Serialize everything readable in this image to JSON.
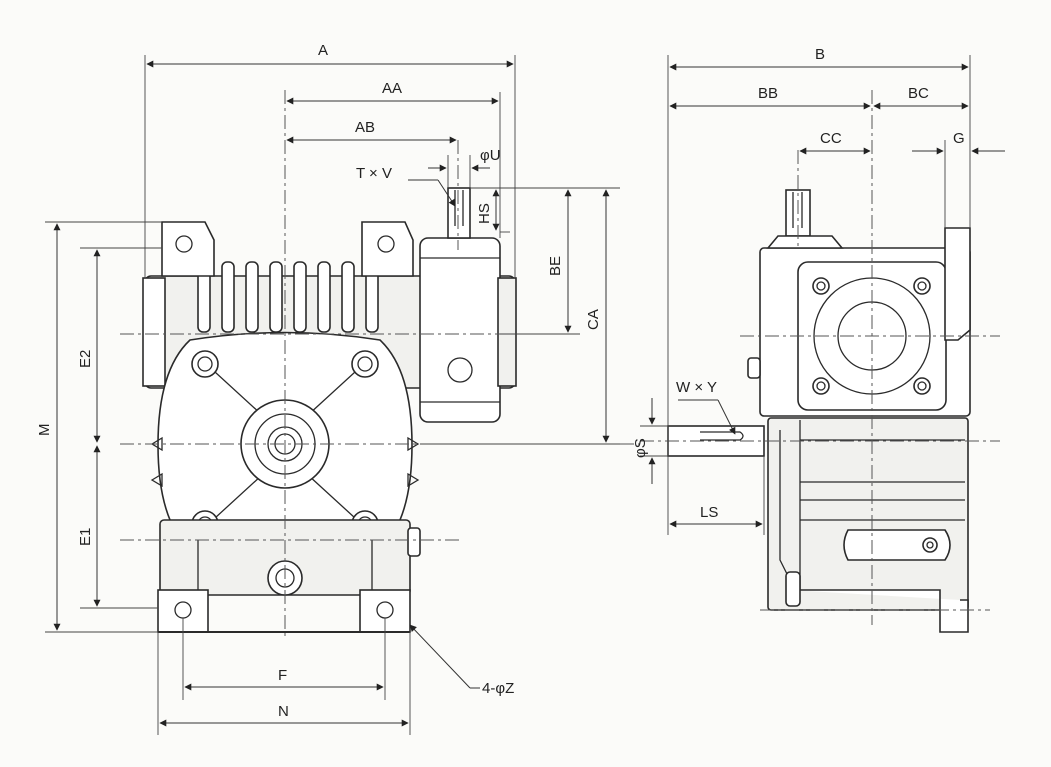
{
  "labels": {
    "A": "A",
    "AA": "AA",
    "AB": "AB",
    "TxV": "T × V",
    "phiU": "φU",
    "HS": "HS",
    "BE": "BE",
    "CA": "CA",
    "M": "M",
    "E2": "E2",
    "E1": "E1",
    "F": "F",
    "N": "N",
    "4phiZ": "4-φZ",
    "B": "B",
    "BB": "BB",
    "BC": "BC",
    "CC": "CC",
    "G": "G",
    "WxY": "W × Y",
    "phiS": "φS",
    "LS": "LS"
  },
  "colors": {
    "line": "#2a2a2a",
    "paper": "#fbfbf9"
  }
}
